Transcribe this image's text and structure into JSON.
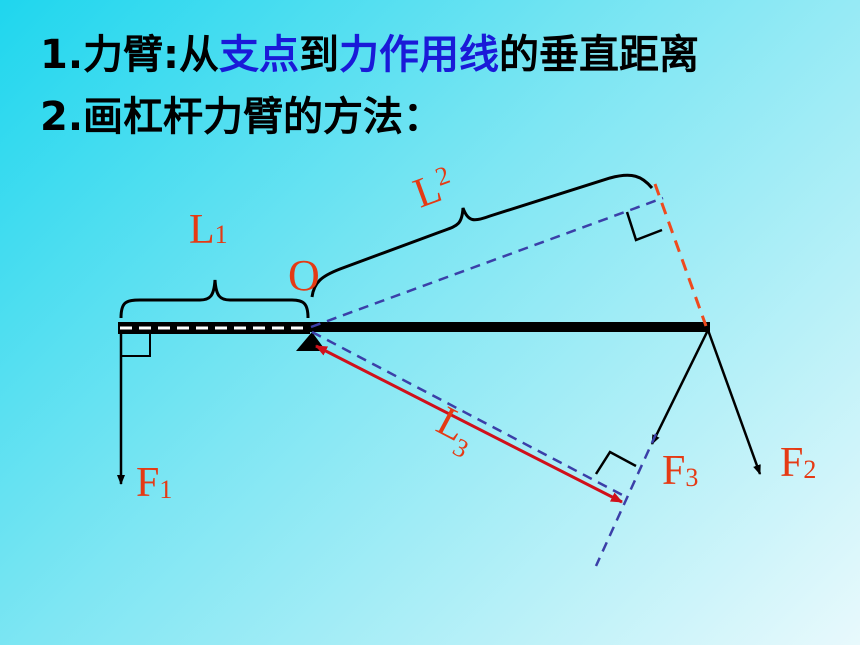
{
  "title_line1": {
    "prefix": "1.力臂:从",
    "hl1": "支点",
    "mid": "到",
    "hl2": "力作用线",
    "suffix": "的垂直距离"
  },
  "title_line2": "2.画杠杆力臂的方法：",
  "diagram": {
    "label_O": "O",
    "label_L1": "L",
    "label_L1_sub": "1",
    "label_L2": "L",
    "label_L2_sub": "2",
    "label_L3": "L",
    "label_L3_sub": "3",
    "label_F1": "F",
    "label_F1_sub": "1",
    "label_F2": "F",
    "label_F2_sub": "2",
    "label_F3": "F",
    "label_F3_sub": "3"
  },
  "colors": {
    "accent_red": "#e53a14",
    "highlight_blue": "#1a1ad8",
    "dashed_blue": "#3b3fa8"
  }
}
